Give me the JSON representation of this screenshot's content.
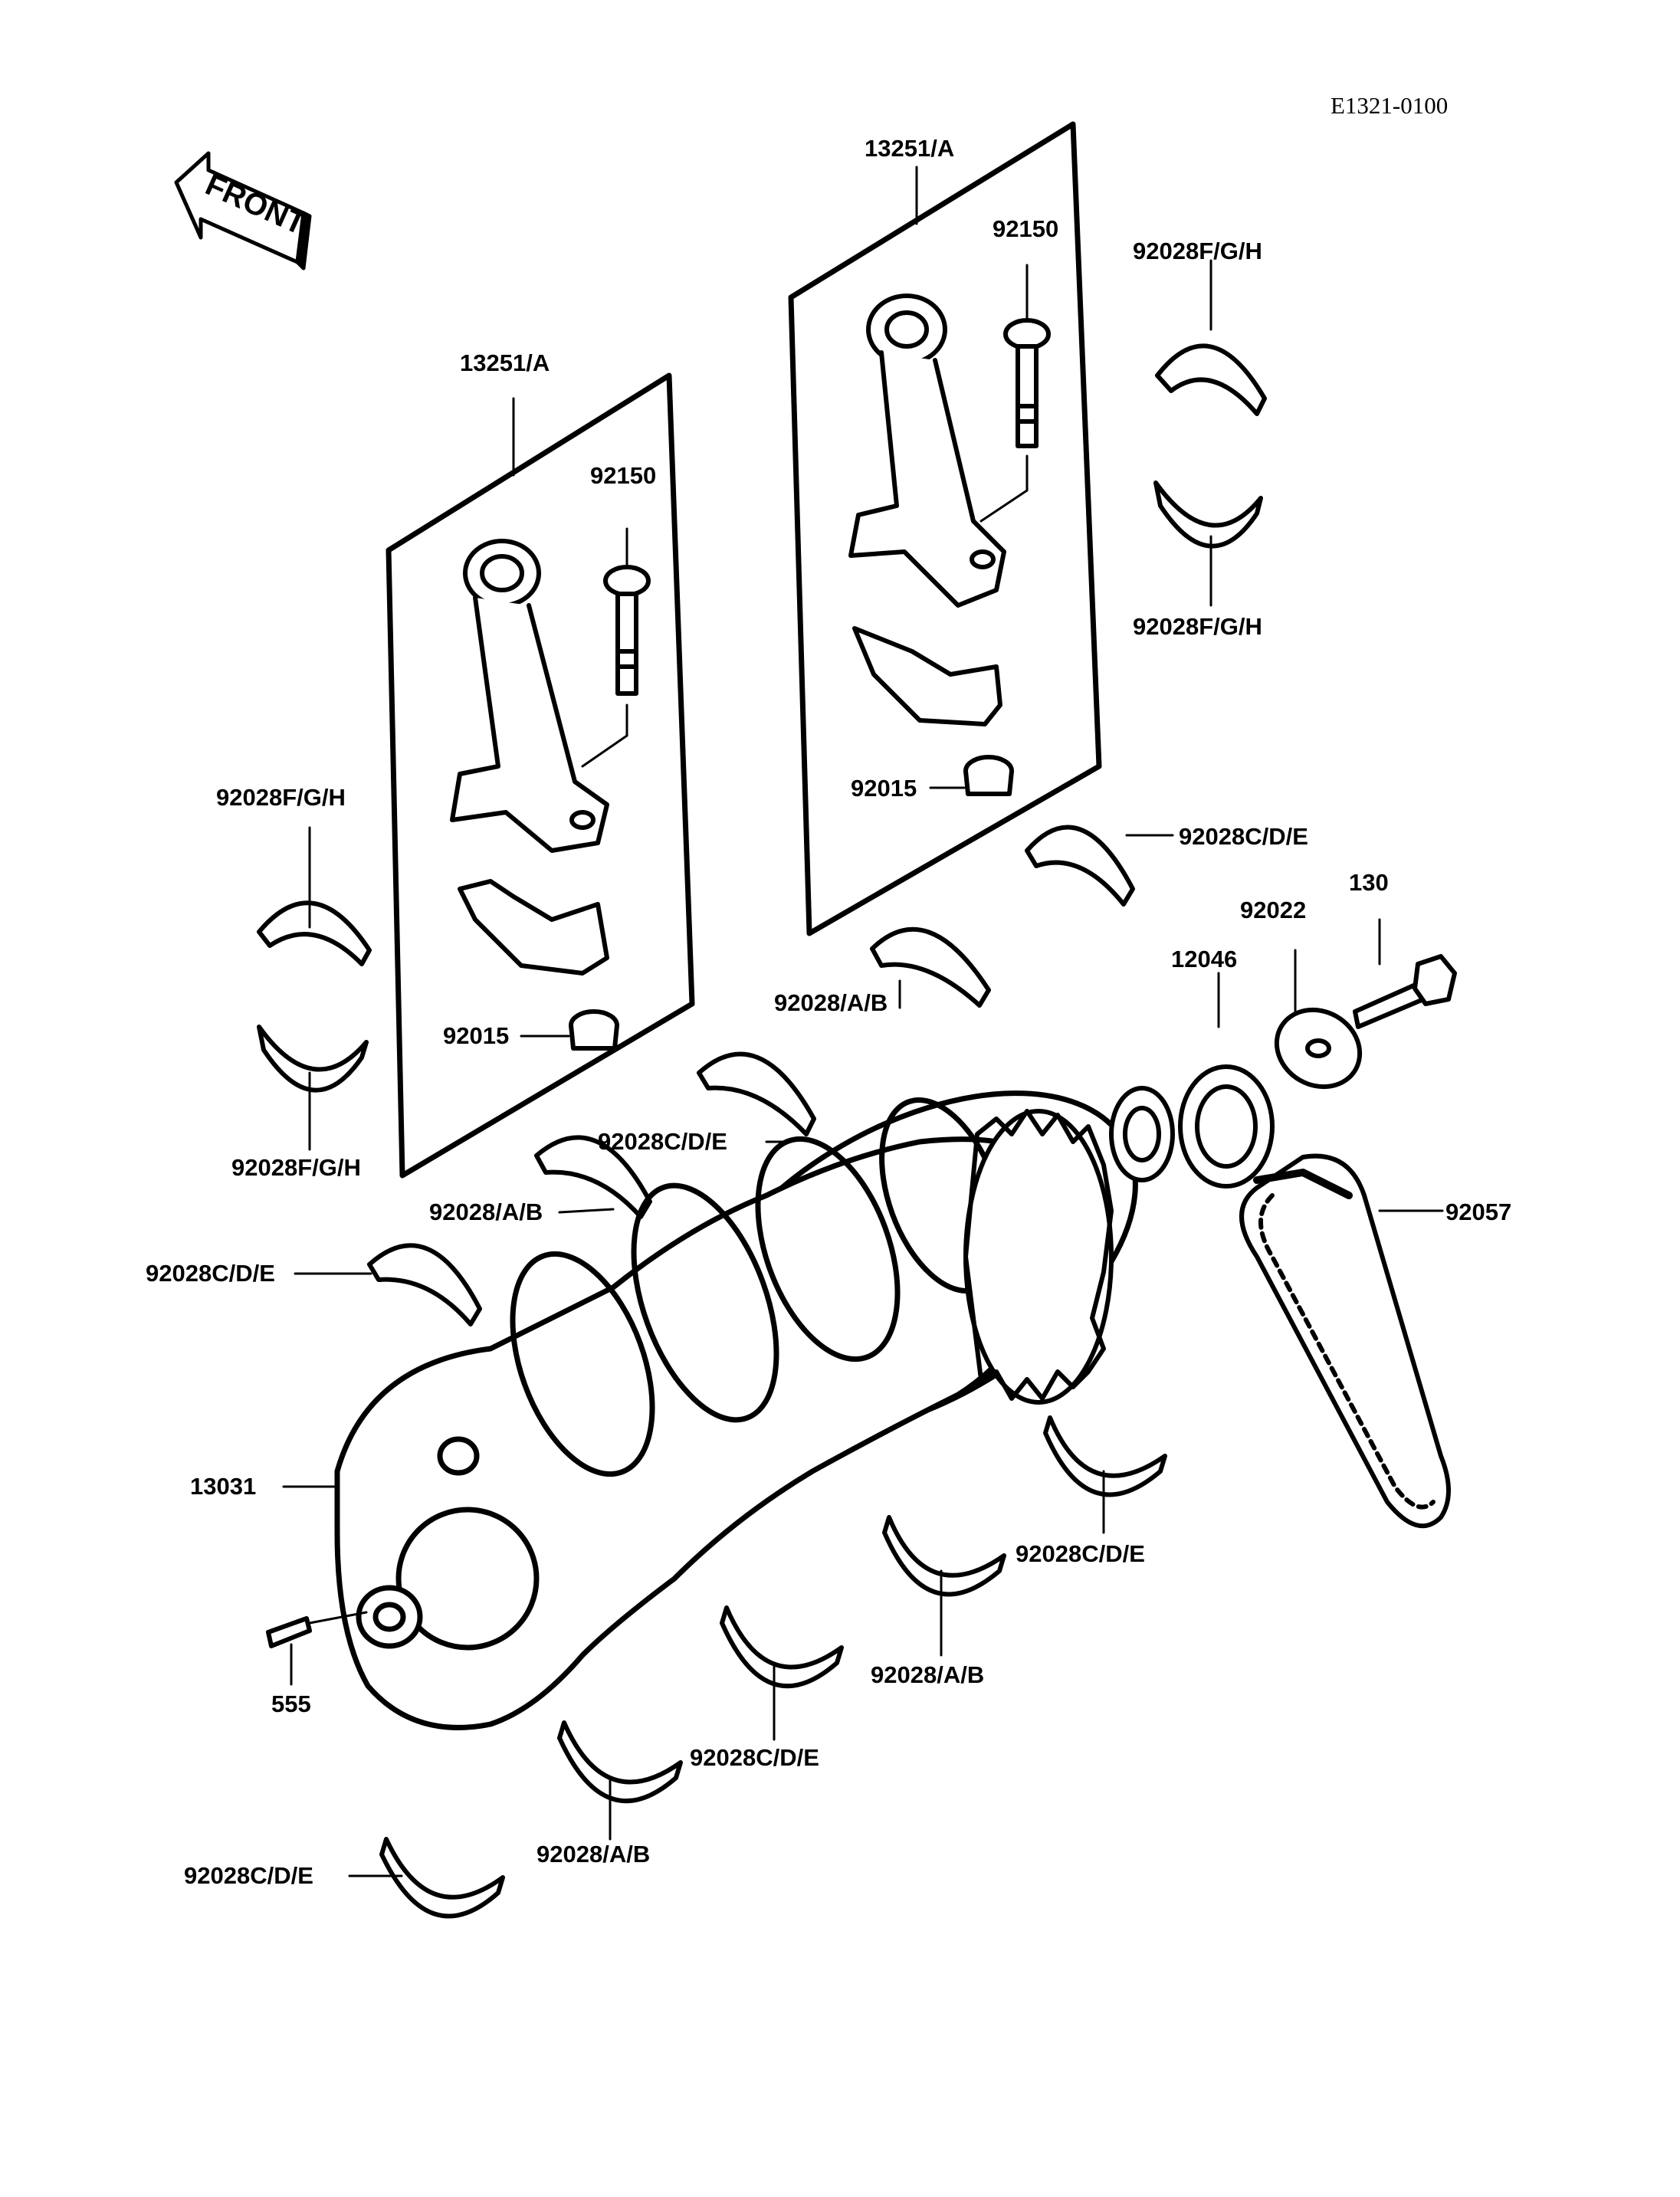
{
  "diagram_code": "E1321-0100",
  "front_arrow_text": "FRONT",
  "labels": {
    "rod_assy_left": "13251/A",
    "rod_assy_right": "13251/A",
    "bolt_left": "92150",
    "bolt_right": "92150",
    "nut_left": "92015",
    "nut_right": "92015",
    "bearing_fgh_upper_right": "92028F/G/H",
    "bearing_fgh_lower_right": "92028F/G/H",
    "bearing_fgh_upper_left": "92028F/G/H",
    "bearing_fgh_lower_left": "92028F/G/H",
    "bearing_cde_right_top": "92028C/D/E",
    "bearing_ab_center_top": "92028/A/B",
    "bearing_cde_center": "92028C/D/E",
    "bearing_ab_center": "92028/A/B",
    "bearing_cde_left": "92028C/D/E",
    "bearing_cde_lower_right": "92028C/D/E",
    "bearing_ab_lower": "92028/A/B",
    "bearing_cde_lower_center": "92028C/D/E",
    "bearing_ab_bottom": "92028/A/B",
    "bearing_cde_bottom_left": "92028C/D/E",
    "crankshaft": "13031",
    "key": "555",
    "sprocket": "12046",
    "washer": "92022",
    "bolt": "130",
    "chain": "92057"
  }
}
